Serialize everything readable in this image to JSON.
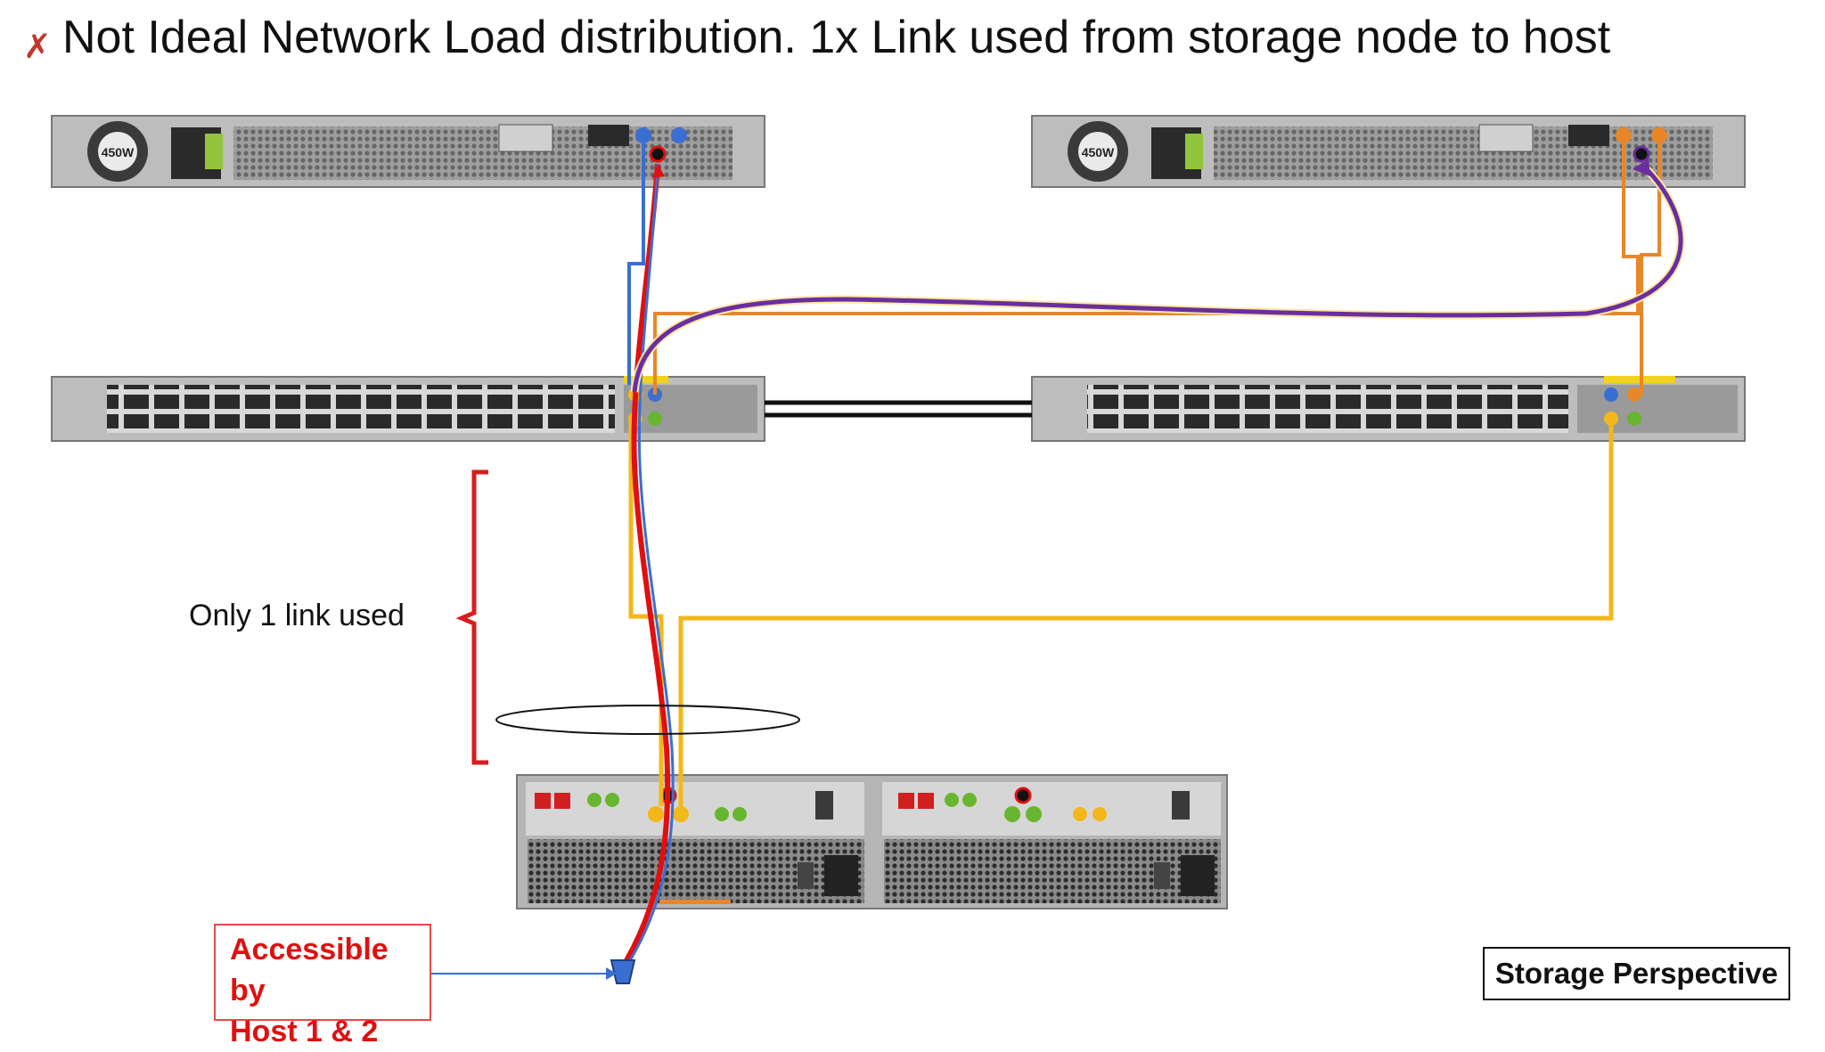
{
  "title": {
    "status_mark": "✗",
    "text": "Not Ideal Network Load distribution. 1x Link used from storage node to host"
  },
  "labels": {
    "only_link": "Only 1 link used",
    "accessible_line1": "Accessible by",
    "accessible_line2": "Host 1 & 2",
    "perspective": "Storage Perspective",
    "psu_rating": "450W"
  },
  "colors": {
    "blue_path": "#3a6fd1",
    "red_path": "#e01010",
    "orange_path": "#e8862a",
    "yellow_path": "#f3b71a",
    "purple_path": "#6a2e9e",
    "brace": "#d61e1e",
    "chassis": "#b9b9b9"
  }
}
